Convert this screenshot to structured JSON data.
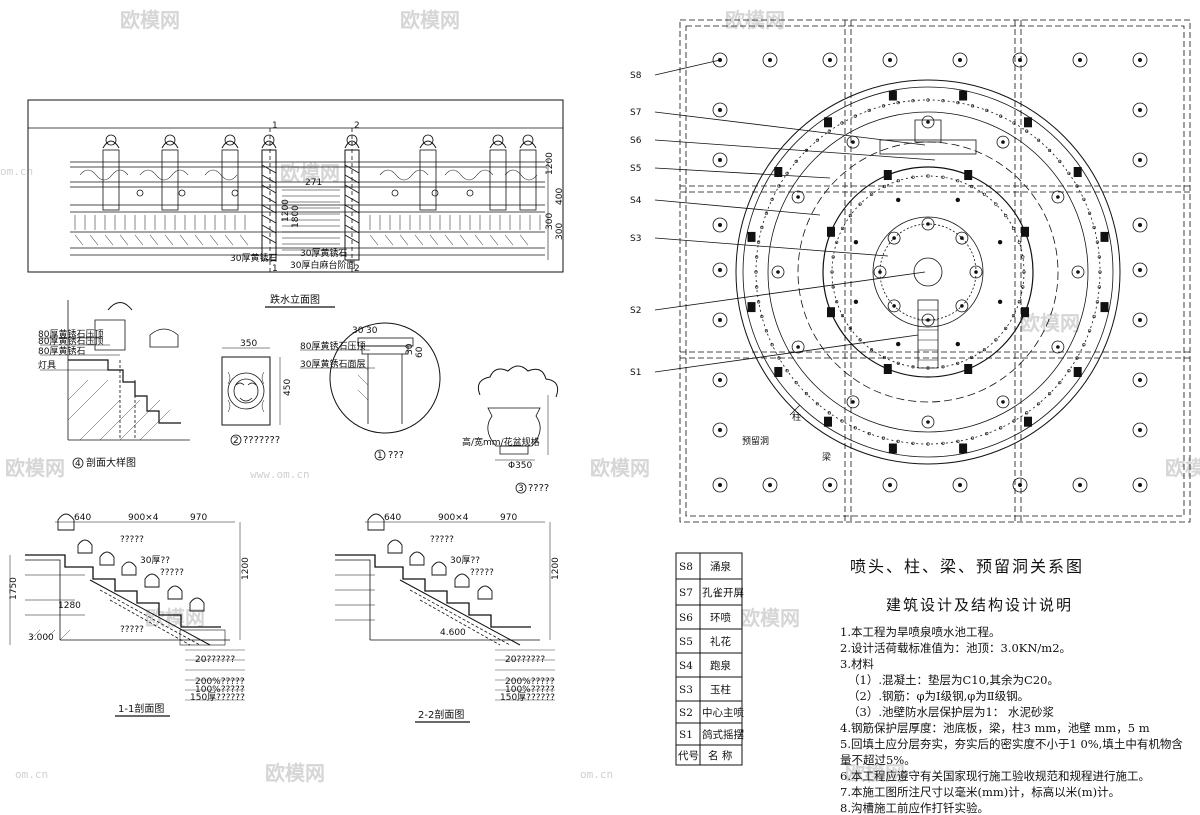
{
  "watermarks": {
    "brand": "欧模网",
    "site": "www.om.cn",
    "site_short": "om.cn"
  },
  "elevation": {
    "caption": "跌水立面图",
    "markers": [
      "1",
      "2",
      "1",
      "2"
    ],
    "dims": [
      "1200",
      "400",
      "300",
      "1200",
      "300",
      "271",
      "1800"
    ],
    "notes": [
      "30厚黄锈石",
      "30厚黄锈石",
      "30厚白麻台阶面"
    ]
  },
  "detail_big": {
    "caption": "剖面大样图",
    "notes": [
      "80厚黄锈石压顶",
      "80厚黄锈石压顶",
      "80厚黄锈石",
      "灯具"
    ],
    "marker": "4"
  },
  "lion": {
    "caption": "???????",
    "dim_w": "350",
    "dim_h": "450",
    "marker": "2"
  },
  "circle_detail": {
    "caption": "???",
    "marker": "1",
    "dims": [
      "30",
      "30",
      "30",
      "60"
    ],
    "notes": [
      "80厚黄锈石压顶",
      "30厚黄锈石面层"
    ]
  },
  "planter": {
    "caption": "????",
    "marker": "3",
    "dim": "Φ350",
    "note": "高/宽mm/花盆规格"
  },
  "section11": {
    "caption": "1-1剖面图",
    "dims": [
      "640",
      "900×4",
      "970",
      "1200",
      "1750",
      "1280",
      "3.000"
    ],
    "notes": [
      "?????",
      "30厚??",
      "?????",
      "?????",
      "20??????",
      "200%?????",
      "100%?????",
      "150厚??????"
    ]
  },
  "section22": {
    "caption": "2-2剖面图",
    "dims": [
      "640",
      "900×4",
      "970",
      "1200",
      "4.600"
    ],
    "notes": [
      "?????",
      "30厚??",
      "?????",
      "20??????",
      "200%?????",
      "100%?????",
      "150厚??????"
    ]
  },
  "plan": {
    "title": "喷头、柱、梁、预留洞关系图",
    "labels": [
      "S8",
      "S7",
      "S6",
      "S5",
      "S4",
      "S3",
      "S2",
      "S1"
    ],
    "tags": {
      "column": "柱",
      "beam": "梁",
      "hole": "预留洞"
    }
  },
  "legend": {
    "header_code": "代号",
    "header_name": "名 称",
    "rows": [
      {
        "code": "S8",
        "name": "涌泉"
      },
      {
        "code": "S7",
        "name": "孔雀开屏"
      },
      {
        "code": "S6",
        "name": "环喷"
      },
      {
        "code": "S5",
        "name": "礼花"
      },
      {
        "code": "S4",
        "name": "跑泉"
      },
      {
        "code": "S3",
        "name": "玉柱"
      },
      {
        "code": "S2",
        "name": "中心主喷"
      },
      {
        "code": "S1",
        "name": "鸽式摇摆"
      }
    ]
  },
  "notes": {
    "title": "建筑设计及结构设计说明",
    "lines": [
      "1.本工程为旱喷泉喷水池工程。",
      "2.设计活荷载标准值为：池顶：3.0KN/m2。",
      "3.材料",
      "（1）.混凝土：垫层为C10,其余为C20。",
      "（2）.钢筋：φ为Ⅰ级钢,φ为Ⅱ级钢。",
      "（3）.池壁防水层保护层为1：    水泥砂浆",
      "4.钢筋保护层厚度：池底板，梁，柱3  mm，池壁   mm，5  m",
      "5.回填土应分层夯实，夯实后的密实度不小于1  0%,填土中有机物含",
      "量不超过5%。",
      "6.本工程应遵守有关国家现行施工验收规范和规程进行施工。",
      "7.本施工图所注尺寸以毫米(mm)计，标高以米(m)计。",
      "8.沟槽施工前应作打钎实验。"
    ]
  },
  "colors": {
    "ink": "#111111",
    "watermark": "#d6d6d6",
    "fill": "#111111"
  }
}
